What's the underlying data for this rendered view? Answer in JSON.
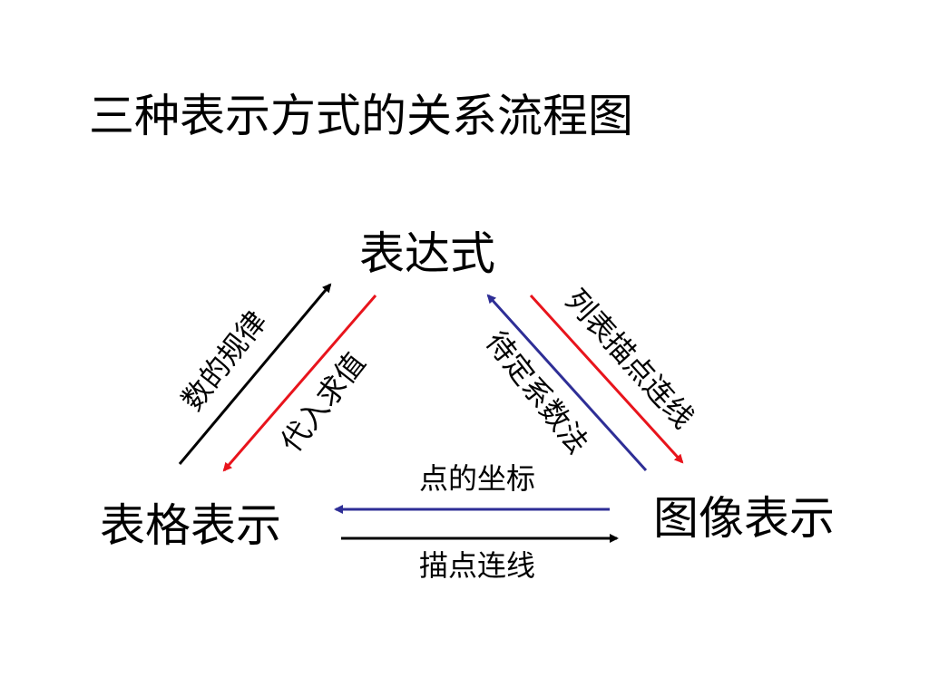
{
  "title": "三种表示方式的关系流程图",
  "nodes": {
    "expression": "表达式",
    "table": "表格表示",
    "graph": "图像表示"
  },
  "edges": {
    "table_to_expression": "数的规律",
    "expression_to_table": "代入求值",
    "graph_to_expression": "待定系数法",
    "expression_to_graph": "列表描点连线",
    "graph_to_table": "点的坐标",
    "table_to_graph": "描点连线"
  },
  "colors": {
    "black": "#000000",
    "red": "#e8141c",
    "blue": "#2e2e96"
  }
}
